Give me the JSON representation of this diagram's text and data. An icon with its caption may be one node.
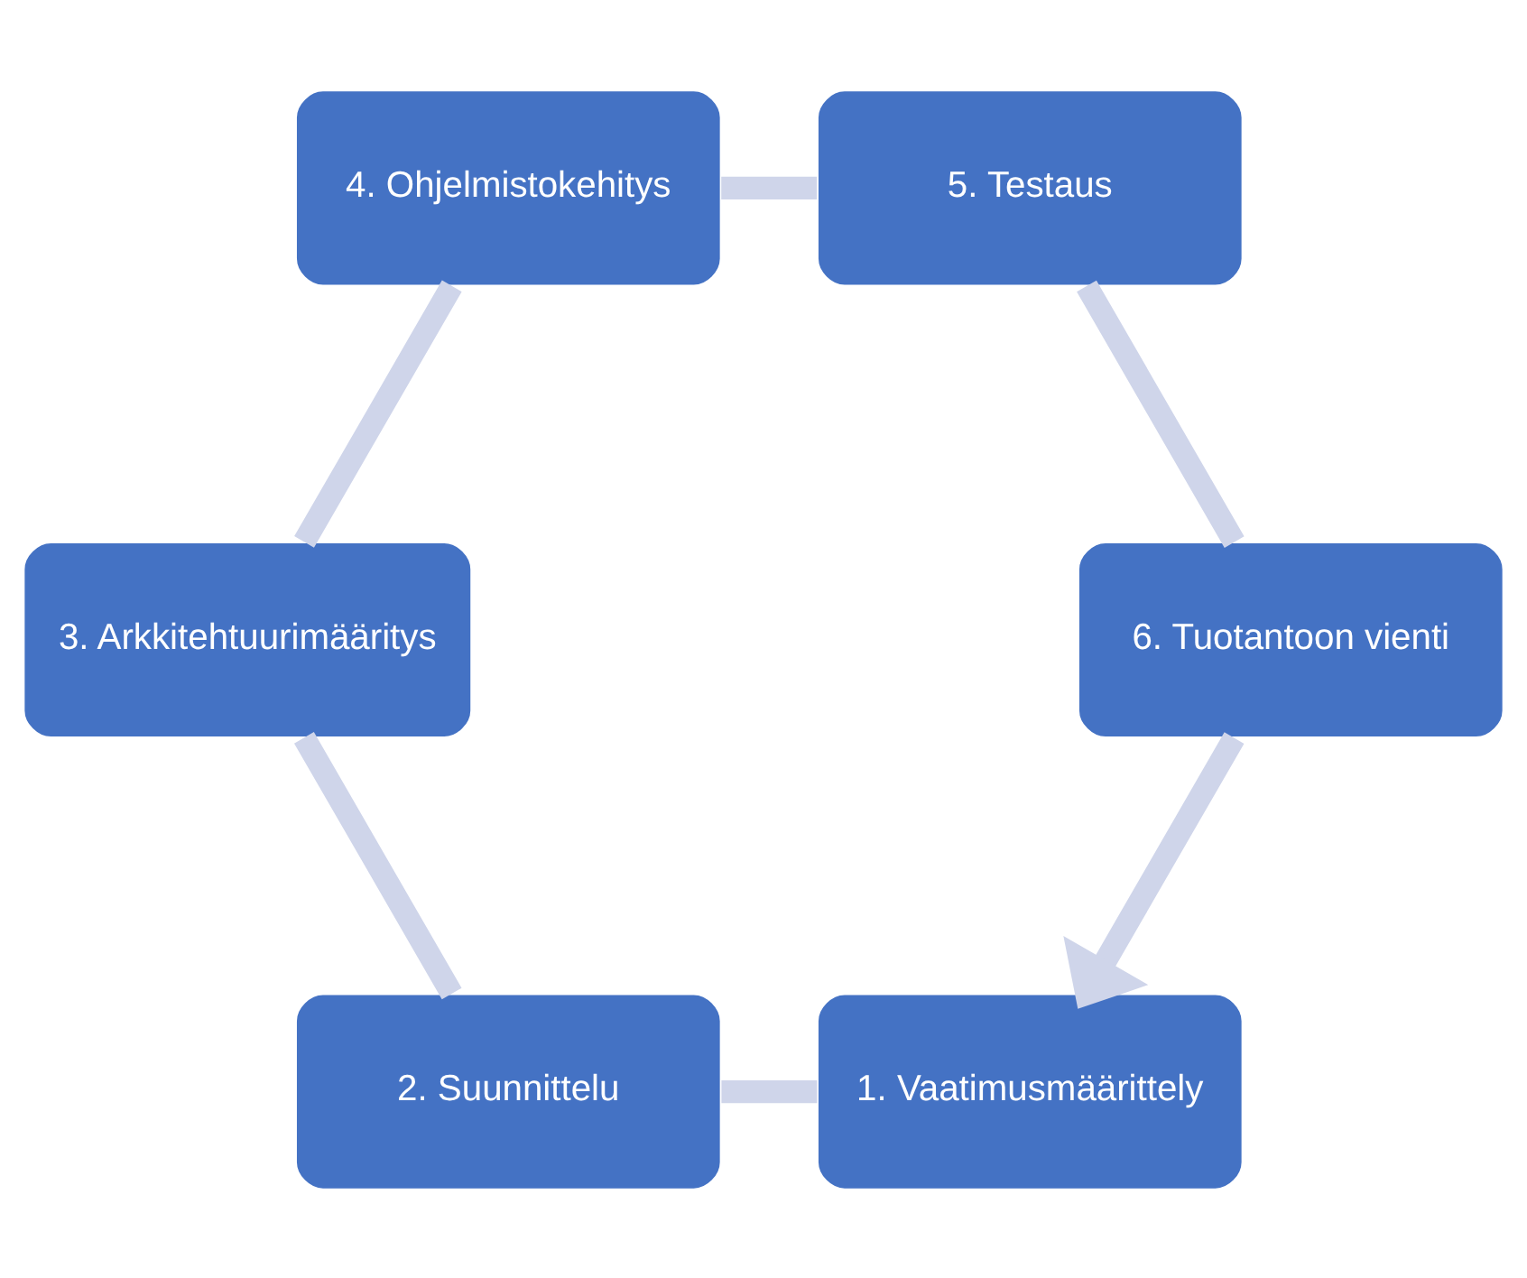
{
  "diagram": {
    "nodes": [
      {
        "text": [
          "1. Vaatimusmäärittely"
        ]
      },
      {
        "text": [
          "2. Suunnittelu"
        ]
      },
      {
        "text": [
          "3. Arkkitehtuurimääritys"
        ]
      },
      {
        "text": [
          "4. Ohjelmistokehitys"
        ]
      },
      {
        "text": [
          "5. Testaus"
        ]
      },
      {
        "text": [
          "6. Tuotantoon vienti"
        ]
      }
    ],
    "edges": [
      {
        "from": 0,
        "to": 1,
        "arrow": "none"
      },
      {
        "from": 1,
        "to": 2,
        "arrow": "none"
      },
      {
        "from": 2,
        "to": 3,
        "arrow": "none"
      },
      {
        "from": 3,
        "to": 4,
        "arrow": "none"
      },
      {
        "from": 4,
        "to": 5,
        "arrow": "none"
      },
      {
        "from": 5,
        "to": 0,
        "arrow": "to"
      }
    ]
  }
}
